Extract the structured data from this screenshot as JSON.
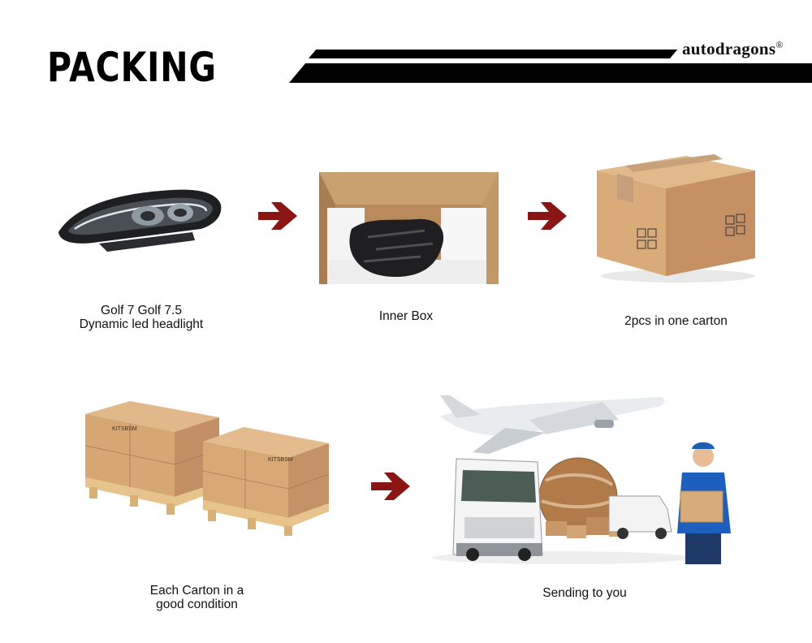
{
  "header": {
    "title": "PACKING",
    "brand": "autodragons",
    "brand_mark": "®"
  },
  "steps": [
    {
      "caption_line1": "Golf 7 Golf 7.5",
      "caption_line2": "Dynamic led headlight"
    },
    {
      "caption_line1": "Inner Box",
      "caption_line2": ""
    },
    {
      "caption_line1": "2pcs in one carton",
      "caption_line2": ""
    },
    {
      "caption_line1": "Each Carton in a",
      "caption_line2": "good condition"
    },
    {
      "caption_line1": "Sending to you",
      "caption_line2": ""
    }
  ],
  "carton_label": "KITSBSM",
  "colors": {
    "arrow": "#8a1515",
    "cardboard": "#d5a671",
    "cardboard_dark": "#b9885a",
    "ink": "#000000"
  },
  "icons": [
    "right-arrow-icon",
    "right-arrow-icon",
    "right-arrow-icon"
  ]
}
